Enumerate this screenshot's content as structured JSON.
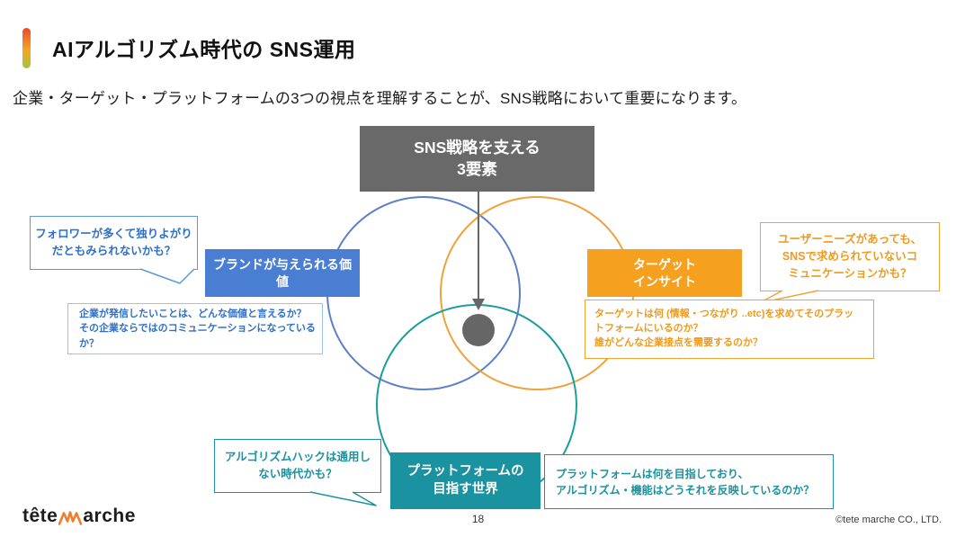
{
  "colors": {
    "gray_box": "#696969",
    "arrow_gray": "#666666",
    "blue_box": "#4a7ed3",
    "blue_line": "#5b7fc9",
    "orange_box": "#f5a01f",
    "orange_line": "#f0a13a",
    "teal_box": "#1b92a0",
    "teal_line": "#189e9b"
  },
  "header": {
    "title": "AIアルゴリズム時代の SNS運用",
    "subtitle": "企業・ターゲット・プラットフォームの3つの視点を理解することが、SNS戦略において重要になります。"
  },
  "diagram": {
    "center_box": {
      "line1": "SNS戦略を支える",
      "line2": "3要素"
    },
    "brand_box": {
      "label": "ブランドが与えられる価値"
    },
    "target_box": {
      "line1": "ターゲット",
      "line2": "インサイト"
    },
    "platform_box": {
      "line1": "プラットフォームの",
      "line2": "目指す世界"
    },
    "follower_bubble": {
      "line1": "フォロワーが多くて独りよがり",
      "line2": "だともみられないかも？"
    },
    "user_bubble": {
      "line1": "ユーザーニーズがあっても、",
      "line2": "SNSで求められていないコ",
      "line3": "ミュニケーションかも？"
    },
    "algorithm_bubble": {
      "line1": "アルゴリズムハックは通用し",
      "line2": "ない時代かも？"
    },
    "brand_question": {
      "line1": "企業が発信したいことは、どんな価値と言えるか？",
      "line2": "その企業ならではのコミュニケーションになっているか？"
    },
    "target_question": {
      "line1": "ターゲットは何 (情報・つながり ..etc)を求めてそのプラッ",
      "line2": "トフォームにいるのか？",
      "line3": "誰がどんな企業接点を需要するのか？"
    },
    "platform_question": {
      "line1": "プラットフォームは何を目指しており、",
      "line2": "アルゴリズム・機能はどうそれを反映しているのか？"
    }
  },
  "footer": {
    "logo_left": "tête",
    "logo_right": "arche",
    "page_number": "18",
    "copyright": "©tete marche CO., LTD."
  }
}
